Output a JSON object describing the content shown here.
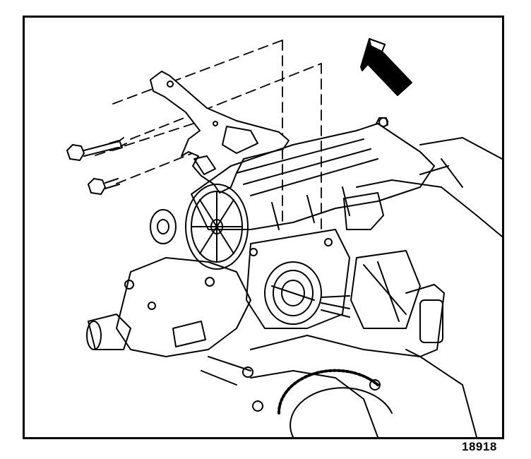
{
  "figure": {
    "number": "18918",
    "colors": {
      "ink": "#000000",
      "paper": "#ffffff"
    }
  },
  "parts": {
    "mounting_bracket": "bracket",
    "long_bolt": "bolt",
    "short_bolt": "bolt",
    "direction_arrow": "arrow-icon"
  }
}
